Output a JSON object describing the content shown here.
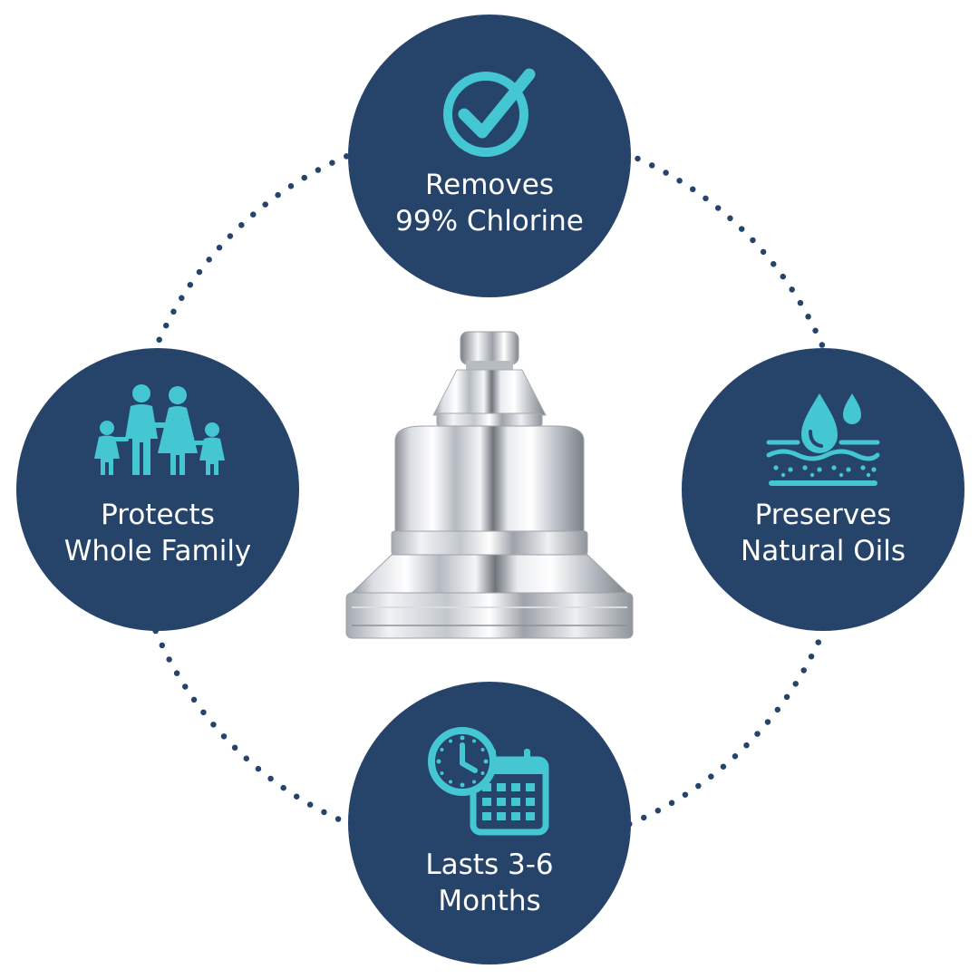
{
  "colors": {
    "badge_fill": "#26446a",
    "icon_accent": "#45c6d3",
    "dot_ring": "#26446a",
    "label_text": "#ffffff"
  },
  "product": {
    "icon": "chrome-shower-filter-head"
  },
  "features": {
    "top": {
      "icon": "checkmark-circle-icon",
      "line1": "Removes",
      "line2": "99% Chlorine"
    },
    "left": {
      "icon": "family-icon",
      "line1": "Protects",
      "line2": "Whole Family"
    },
    "right": {
      "icon": "water-drops-skin-icon",
      "line1": "Preserves",
      "line2": "Natural Oils"
    },
    "bottom": {
      "icon": "clock-calendar-icon",
      "line1": "Lasts 3-6",
      "line2": "Months"
    }
  }
}
